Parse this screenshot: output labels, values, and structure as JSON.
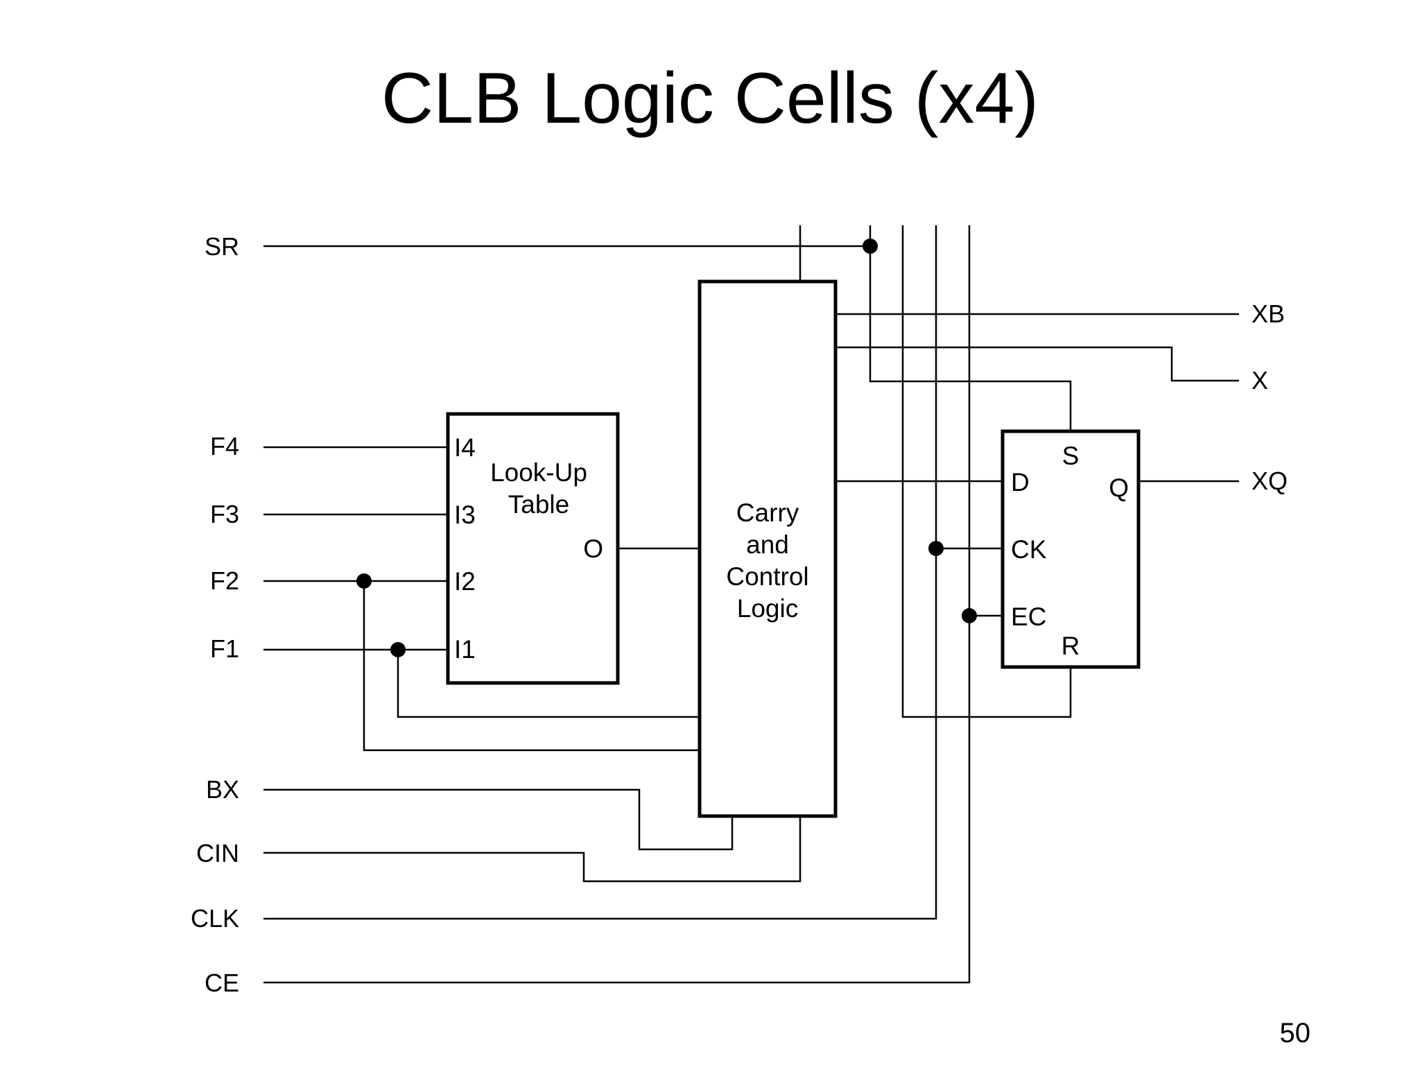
{
  "slide": {
    "title": "CLB Logic Cells (x4)",
    "page_number": "50"
  },
  "diagram": {
    "inputs": {
      "sr": "SR",
      "f4": "F4",
      "f3": "F3",
      "f2": "F2",
      "f1": "F1",
      "bx": "BX",
      "cin": "CIN",
      "clk": "CLK",
      "ce": "CE"
    },
    "outputs": {
      "xb": "XB",
      "x": "X",
      "xq": "XQ"
    },
    "lut": {
      "title_line1": "Look-Up",
      "title_line2": "Table",
      "pins": {
        "i4": "I4",
        "i3": "I3",
        "i2": "I2",
        "i1": "I1",
        "o": "O"
      }
    },
    "carry": {
      "line1": "Carry",
      "line2": "and",
      "line3": "Control",
      "line4": "Logic"
    },
    "flipflop": {
      "pins": {
        "s": "S",
        "d": "D",
        "q": "Q",
        "ck": "CK",
        "ec": "EC",
        "r": "R"
      }
    }
  }
}
